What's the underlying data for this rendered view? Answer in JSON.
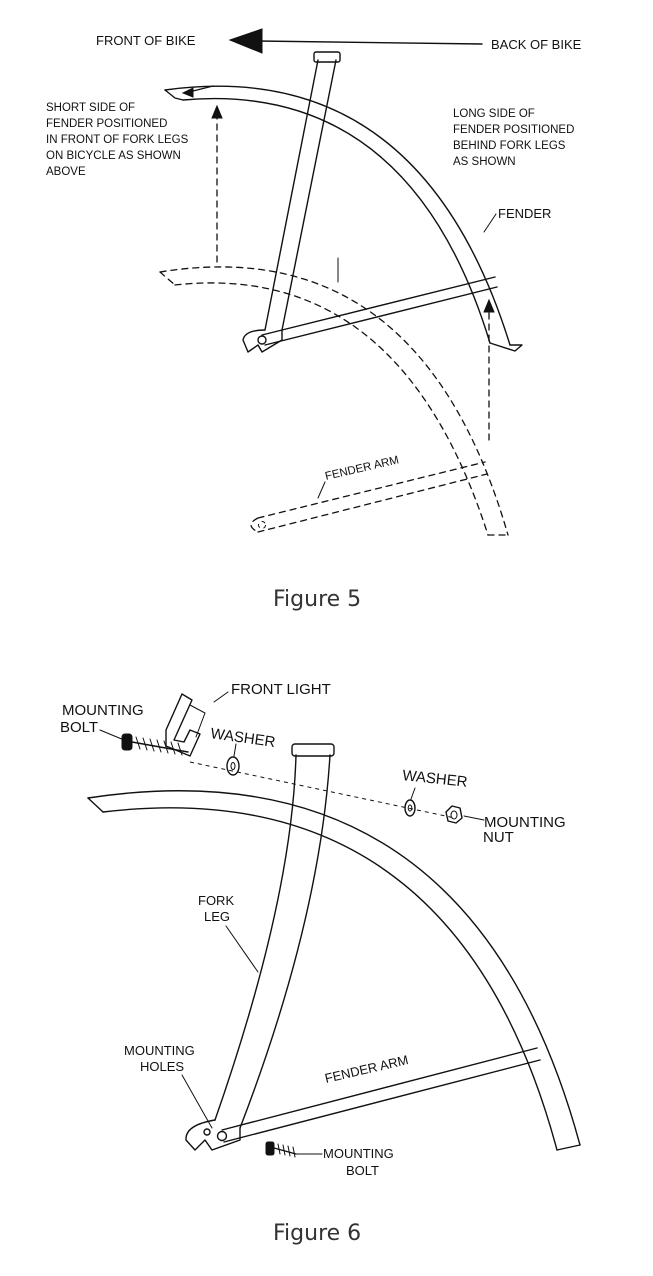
{
  "figure5": {
    "caption": "Figure 5",
    "front_of_bike": "FRONT OF BIKE",
    "back_of_bike": "BACK OF BIKE",
    "short_side_note": [
      "SHORT SIDE OF",
      "FENDER POSITIONED",
      "IN FRONT OF FORK LEGS",
      "ON BICYCLE AS SHOWN",
      "ABOVE"
    ],
    "long_side_note": [
      "LONG SIDE OF",
      "FENDER POSITIONED",
      "BEHIND FORK LEGS",
      "AS SHOWN"
    ],
    "fender_label": "FENDER",
    "fender_arm_label": "FENDER ARM"
  },
  "figure6": {
    "caption": "Figure 6",
    "front_light_label": "FRONT LIGHT",
    "mounting_bolt_top": [
      "MOUNTING",
      "BOLT"
    ],
    "washer_left": "WASHER",
    "washer_right": "WASHER",
    "mounting_nut": [
      "MOUNTING",
      "NUT"
    ],
    "fork_leg": [
      "FORK",
      "LEG"
    ],
    "mounting_holes": [
      "MOUNTING",
      "HOLES"
    ],
    "fender_arm_label": "FENDER ARM",
    "mounting_bolt_bottom": [
      "MOUNTING",
      "BOLT"
    ]
  }
}
